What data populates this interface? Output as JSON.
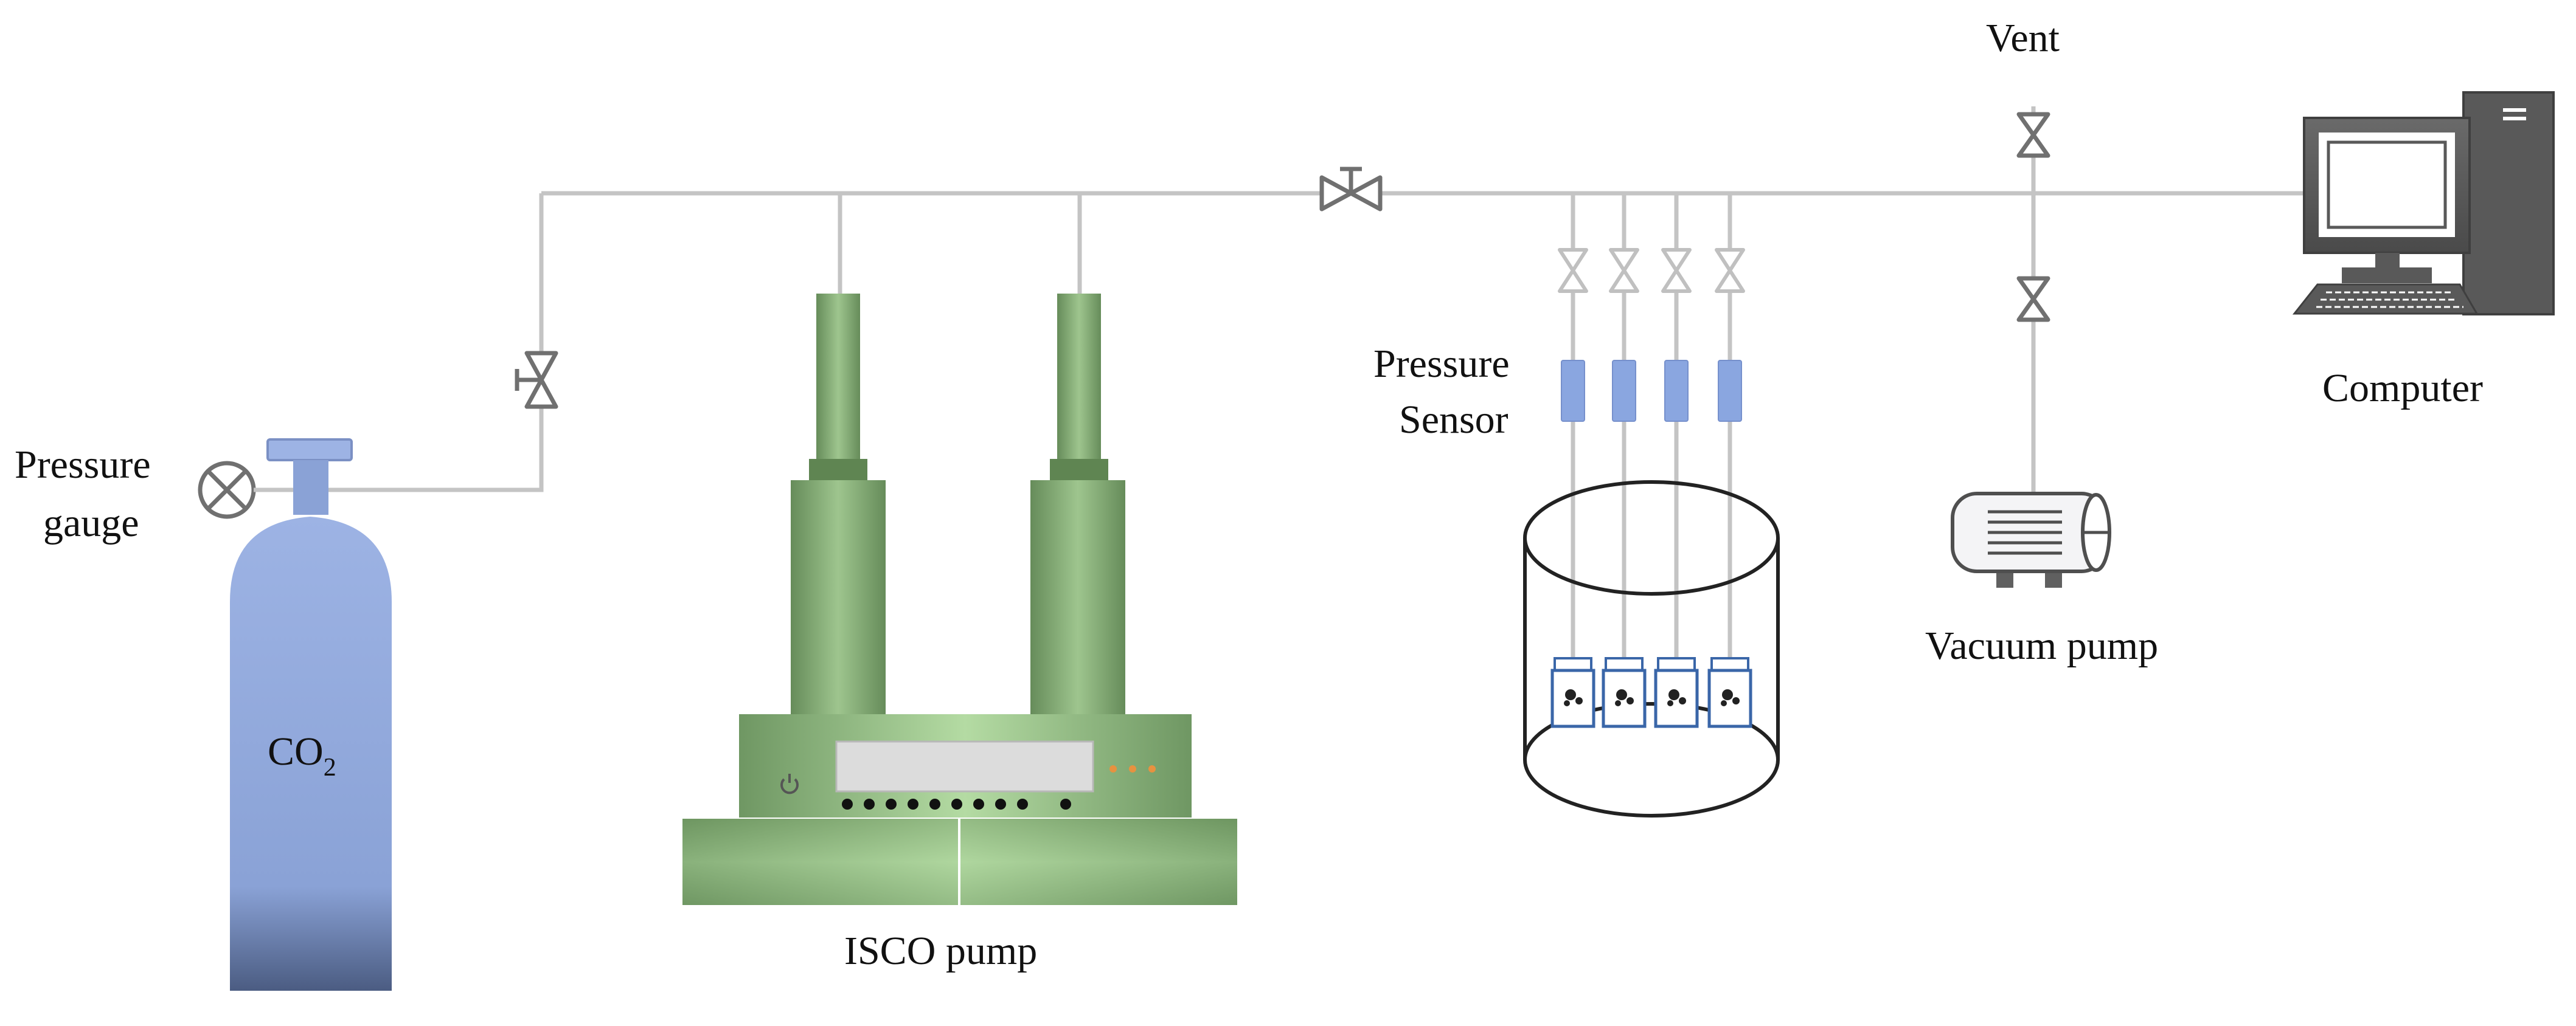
{
  "labels": {
    "vent": "Vent",
    "computer": "Computer",
    "pressure_gauge_line1": "Pressure",
    "pressure_gauge_line2": "gauge",
    "co2_main": "CO",
    "co2_sub": "2",
    "isco_pump": "ISCO pump",
    "pressure_sensor_line1": "Pressure",
    "pressure_sensor_line2": "Sensor",
    "vacuum_pump": "Vacuum pump"
  },
  "icons": {
    "pressure_gauge": "pressure-gauge-icon",
    "valve": "valve-icon",
    "cylinder": "gas-cylinder-icon",
    "isco_pump": "syringe-pump-icon",
    "sensor": "pressure-sensor-icon",
    "vessel": "cylindrical-vessel-icon",
    "sample_holder": "sample-holder-icon",
    "vacuum_pump": "vacuum-pump-icon",
    "computer": "desktop-computer-icon"
  },
  "colors": {
    "pipe": "#c4c4c4",
    "valve": "#707070",
    "cylinder": "#8aa3d6",
    "pump_green": "#8cb57f",
    "sensor_blue": "#8aa6e0",
    "computer": "#595959",
    "led_orange": "#e79240"
  }
}
